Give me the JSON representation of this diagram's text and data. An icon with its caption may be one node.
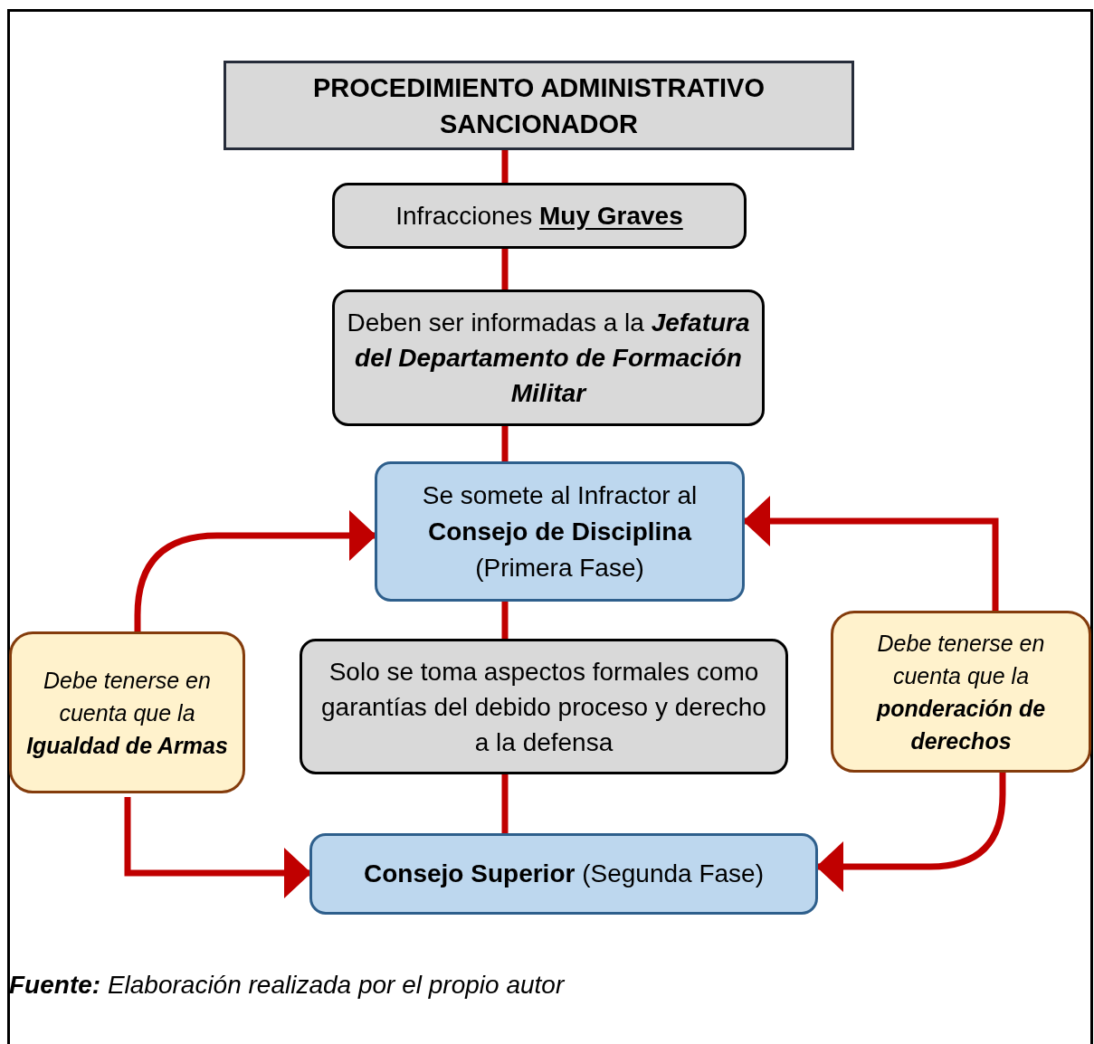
{
  "diagram": {
    "caption": "**Fuente:** Elaboración realizada por el propio autor",
    "nodes": [
      {
        "text": [
          "PROCEDIMIENTO ADMINISTRATIVO SANCIONADOR"
        ]
      },
      {
        "text": [
          "Infracciones **Muy Graves**"
        ]
      },
      {
        "text": [
          "Deben ser informadas a la **Jefatura del Departamento de Formación Militar**"
        ]
      },
      {
        "text": [
          "Se somete al Infractor al **Consejo de Disciplina** (Primera Fase)"
        ]
      },
      {
        "text": [
          "Debe tenerse en cuenta que la **Igualdad de Armas**"
        ]
      },
      {
        "text": [
          "Solo se toma aspectos formales como garantías del debido proceso y derecho a la defensa"
        ]
      },
      {
        "text": [
          "Debe tenerse en cuenta que la **ponderación de derechos**"
        ]
      },
      {
        "text": [
          "**Consejo Superior** (Segunda Fase)"
        ]
      }
    ],
    "edges": [
      {
        "from": 0,
        "to": 1,
        "arrow": "none"
      },
      {
        "from": 1,
        "to": 2,
        "arrow": "none"
      },
      {
        "from": 2,
        "to": 3,
        "arrow": "none"
      },
      {
        "from": 3,
        "to": 5,
        "arrow": "none"
      },
      {
        "from": 5,
        "to": 7,
        "arrow": "none"
      },
      {
        "from": 4,
        "to": 3,
        "arrow": "to"
      },
      {
        "from": 4,
        "to": 7,
        "arrow": "to"
      },
      {
        "from": 6,
        "to": 3,
        "arrow": "to"
      },
      {
        "from": 6,
        "to": 7,
        "arrow": "to"
      }
    ]
  }
}
